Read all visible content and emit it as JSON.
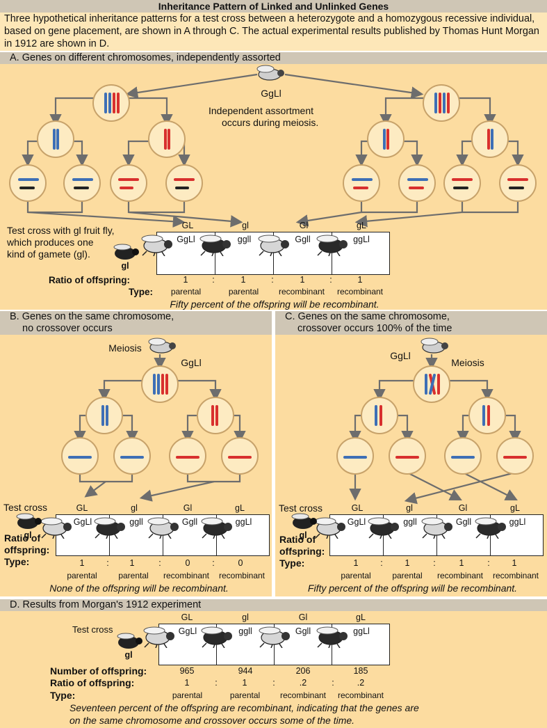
{
  "title": "Inheritance Pattern of Linked and Unlinked Genes",
  "intro": "Three hypothetical inheritance patterns for a test cross between a heterozygote and a homozygous recessive individual, based on gene placement, are shown in A through C. The actual experimental results published by Thomas Hunt Morgan in 1912 are shown in D.",
  "colors": {
    "panel": "#fcdca0",
    "header": "#cfc6b5",
    "blue": "#3d6fb6",
    "red": "#d8302e",
    "arrow": "#6d6d6d"
  },
  "common": {
    "genotype_parent": "GgLl",
    "ratio_label": "Ratio of offspring:",
    "ratio_label_line1": "Ratio of",
    "ratio_label_line2": "offspring:",
    "type_label": "Type:",
    "colon": ":",
    "gl_fly": "gl",
    "test_cross": "Test cross",
    "meiosis": "Meiosis",
    "gametes": [
      "GL",
      "gl",
      "Gl",
      "gL"
    ],
    "genotypes": [
      "GgLl",
      "ggll",
      "Ggll",
      "ggLl"
    ],
    "types": [
      "parental",
      "parental",
      "recombinant",
      "recombinant"
    ]
  },
  "panel_a": {
    "heading": "A. Genes on different chromosomes, independently assorted",
    "independent_line1": "Independent assortment",
    "independent_line2": "occurs during meiosis.",
    "testcross_line1": "Test cross with gl fruit fly,",
    "testcross_line2": "which produces one",
    "testcross_line3": "kind of gamete (gl).",
    "ratios": [
      "1",
      "1",
      "1",
      "1"
    ],
    "footer": "Fifty percent of the offspring will be recombinant."
  },
  "panel_b": {
    "heading_line1": "B. Genes on the same chromosome,",
    "heading_line2": "no crossover occurs",
    "ratios": [
      "1",
      "1",
      "0",
      "0"
    ],
    "footer": "None of the offspring will be recombinant."
  },
  "panel_c": {
    "heading_line1": "C. Genes on the same chromosome,",
    "heading_line2": "crossover occurs 100% of the time",
    "ratios": [
      "1",
      "1",
      "1",
      "1"
    ],
    "footer": "Fifty percent of the offspring will be recombinant."
  },
  "panel_d": {
    "heading": "D. Results from Morgan's 1912 experiment",
    "number_label": "Number of offspring:",
    "numbers": [
      "965",
      "944",
      "206",
      "185"
    ],
    "ratios": [
      "1",
      "1",
      ".2",
      ".2"
    ],
    "footer_line1": "Seventeen percent of the offspring are recombinant, indicating that the genes are",
    "footer_line2": "on the same chromosome and crossover occurs some of the time."
  }
}
